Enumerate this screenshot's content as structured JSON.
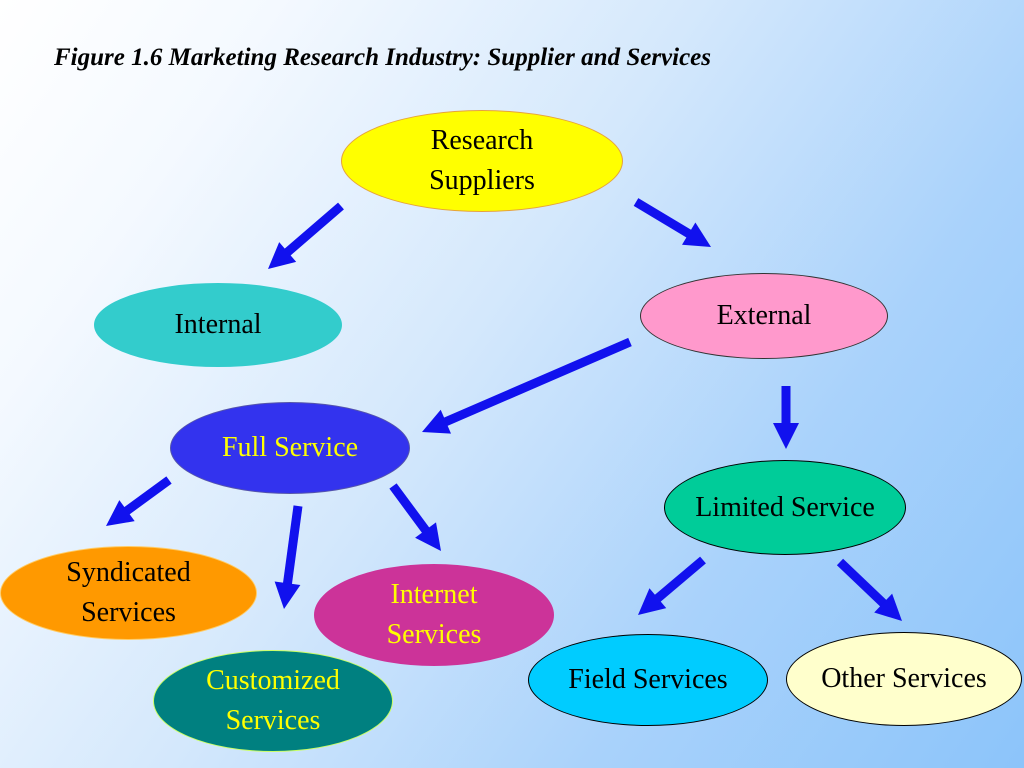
{
  "title": "Figure 1.6  Marketing Research Industry: Supplier and Services",
  "nodes": {
    "research_suppliers": {
      "label": "Research\nSuppliers",
      "fill": "#ffff00",
      "border": "#e6a23c",
      "text_color": "#000000"
    },
    "internal": {
      "label": "Internal",
      "fill": "#33cccc",
      "border": "#33cccc",
      "text_color": "#000000"
    },
    "external": {
      "label": "External",
      "fill": "#ff99cc",
      "border": "#333333",
      "text_color": "#000000"
    },
    "full_service": {
      "label": "Full Service",
      "fill": "#3333ee",
      "border": "#5555aa",
      "text_color": "#ffff00"
    },
    "limited_service": {
      "label": "Limited Service",
      "fill": "#00cc99",
      "border": "#000000",
      "text_color": "#000000"
    },
    "syndicated_services": {
      "label": "Syndicated\nServices",
      "fill": "#ff9900",
      "border": "#ffcc66",
      "text_color": "#000000"
    },
    "customized_services": {
      "label": "Customized\nServices",
      "fill": "#008080",
      "border": "#ccff66",
      "text_color": "#ffff00"
    },
    "internet_services": {
      "label": "Internet\nServices",
      "fill": "#cc3399",
      "border": "#cc3399",
      "text_color": "#ffff00"
    },
    "field_services": {
      "label": "Field Services",
      "fill": "#00ccff",
      "border": "#000000",
      "text_color": "#000000"
    },
    "other_services": {
      "label": "Other Services",
      "fill": "#ffffcc",
      "border": "#000000",
      "text_color": "#000000"
    }
  },
  "edges": [
    {
      "from": "research_suppliers",
      "to": "internal"
    },
    {
      "from": "research_suppliers",
      "to": "external"
    },
    {
      "from": "external",
      "to": "full_service"
    },
    {
      "from": "external",
      "to": "limited_service"
    },
    {
      "from": "full_service",
      "to": "syndicated_services"
    },
    {
      "from": "full_service",
      "to": "customized_services"
    },
    {
      "from": "full_service",
      "to": "internet_services"
    },
    {
      "from": "limited_service",
      "to": "field_services"
    },
    {
      "from": "limited_service",
      "to": "other_services"
    }
  ],
  "arrow_color": "#1111ee"
}
